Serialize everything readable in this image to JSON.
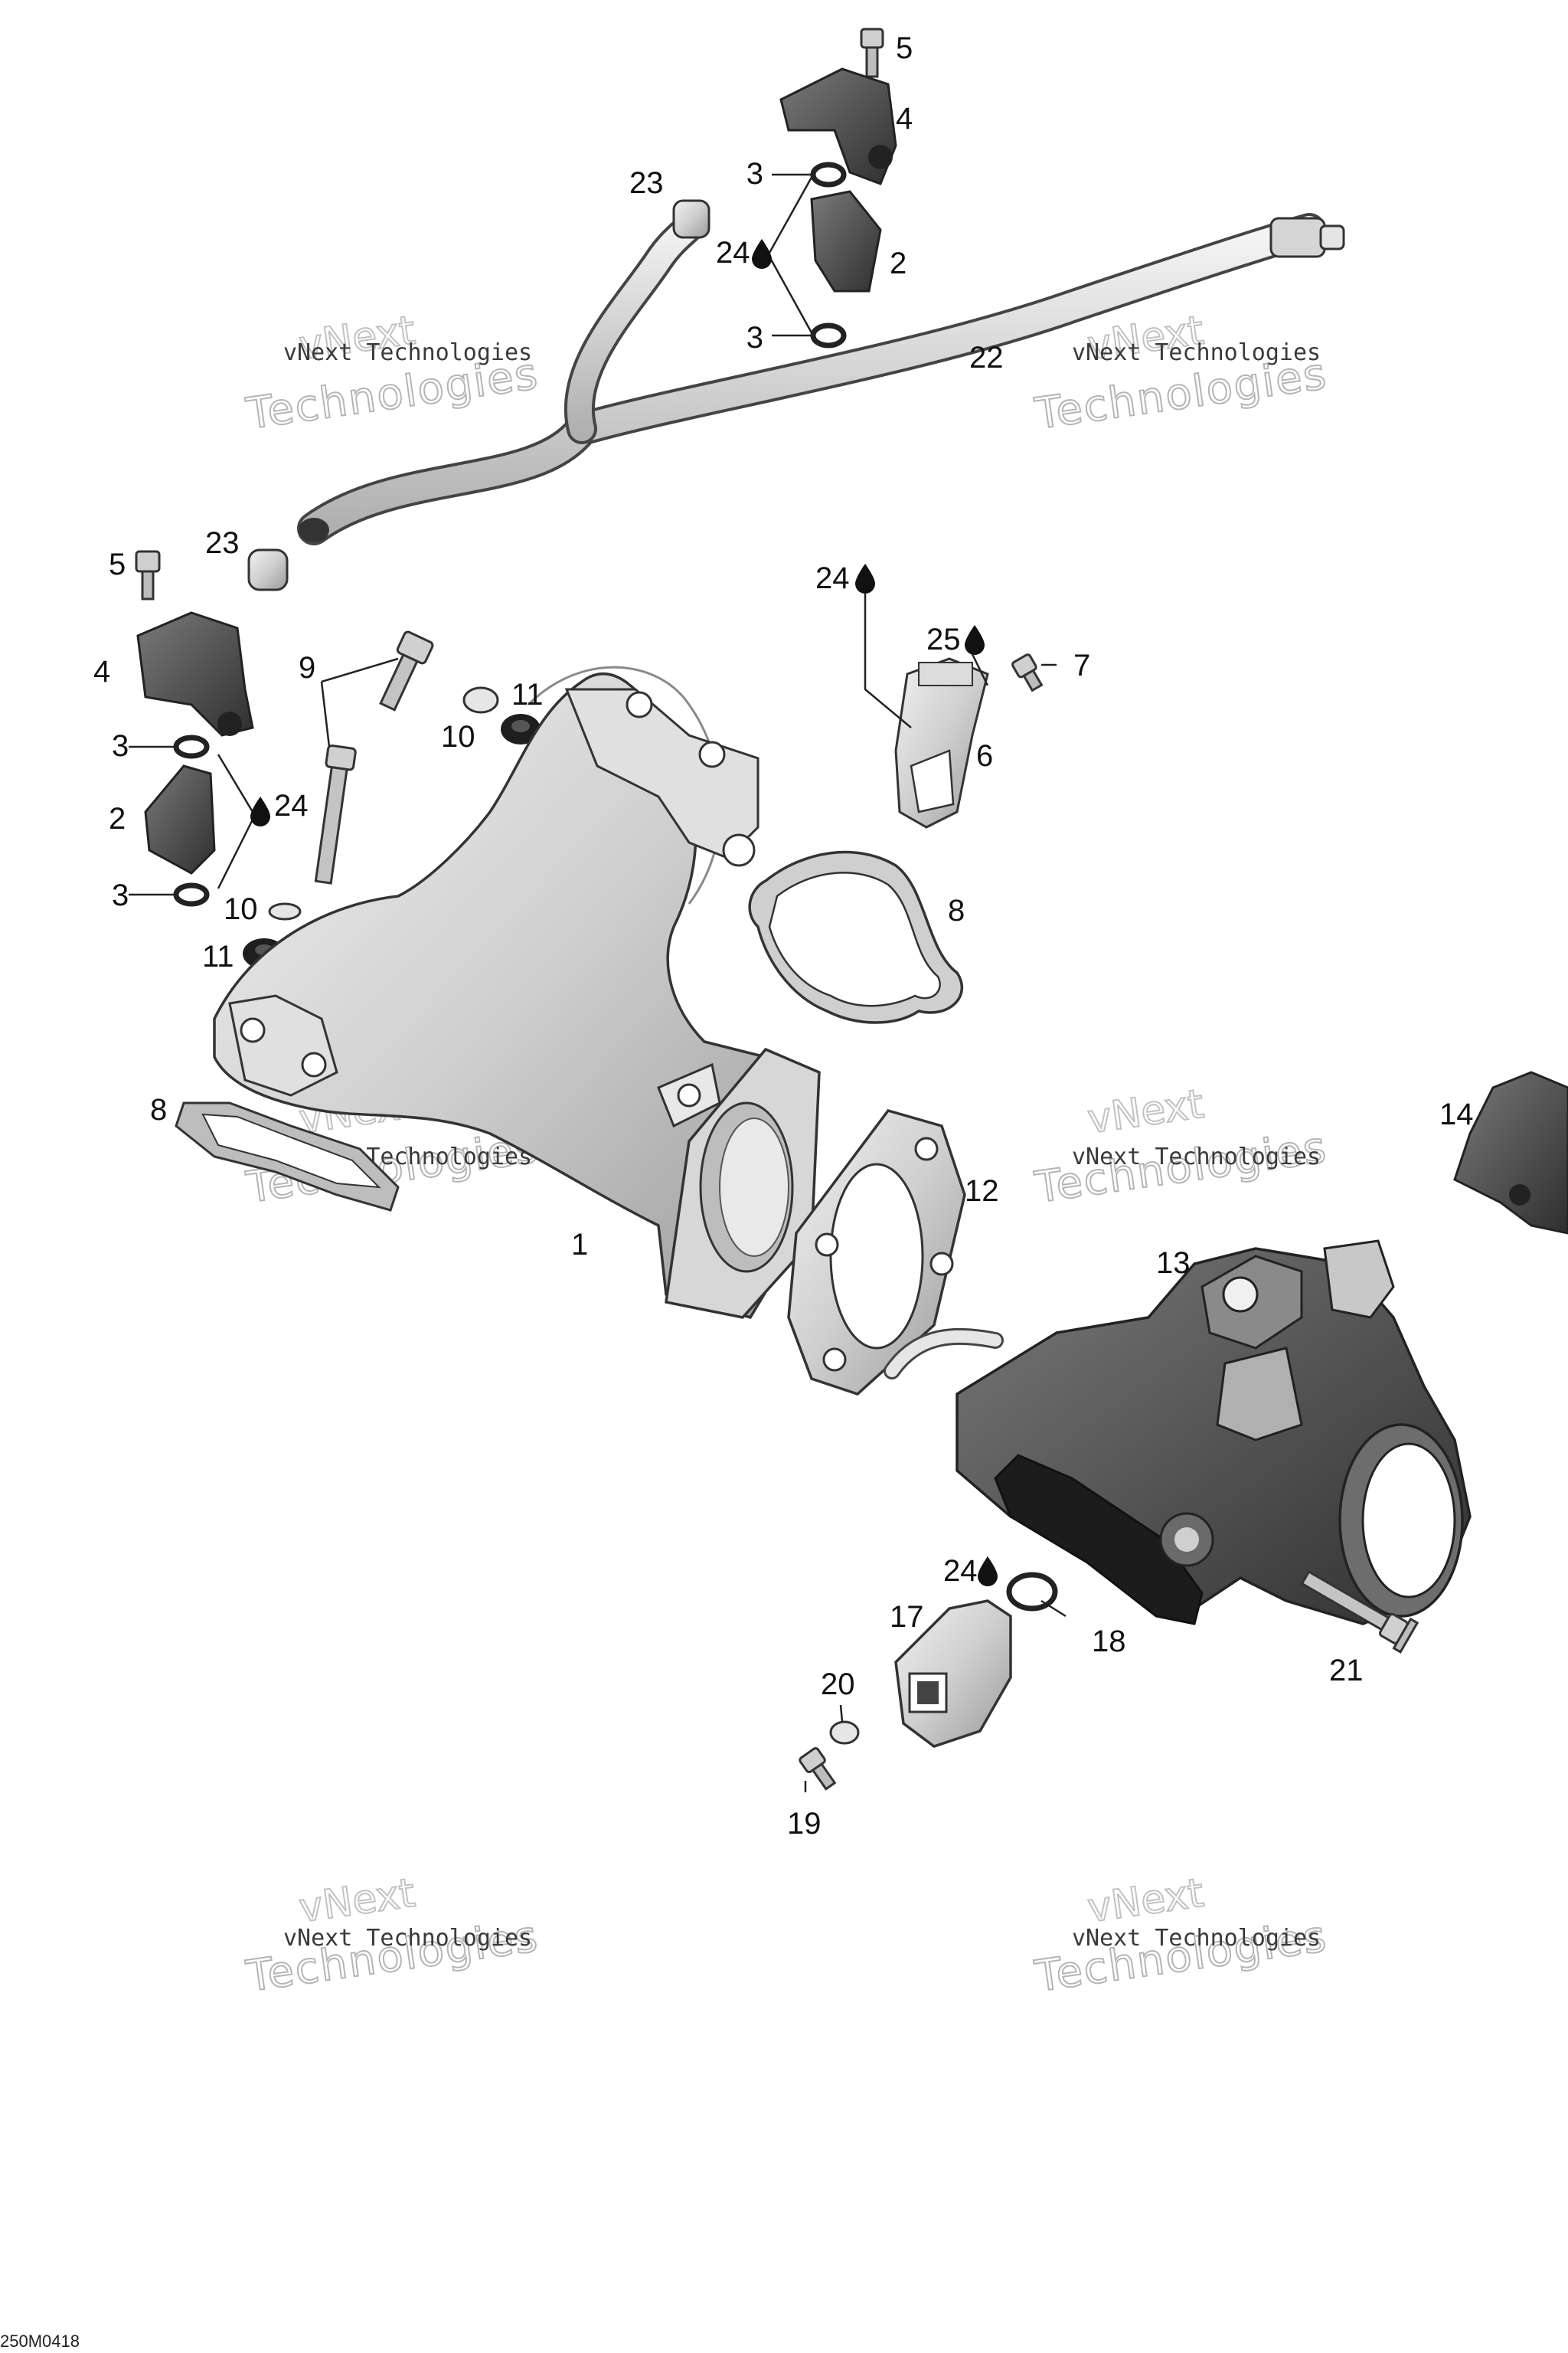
{
  "callouts": {
    "c1": "1",
    "c2a": "2",
    "c2b": "2",
    "c3a": "3",
    "c3b": "3",
    "c3c": "3",
    "c3d": "3",
    "c4a": "4",
    "c4b": "4",
    "c5a": "5",
    "c5b": "5",
    "c6": "6",
    "c7": "7",
    "c8a": "8",
    "c8b": "8",
    "c9": "9",
    "c10a": "10",
    "c10b": "10",
    "c11a": "11",
    "c11b": "11",
    "c12": "12",
    "c13": "13",
    "c14": "14",
    "c17": "17",
    "c18": "18",
    "c19": "19",
    "c20": "20",
    "c21": "21",
    "c22": "22",
    "c23a": "23",
    "c23b": "23",
    "c24a": "24",
    "c24b": "24",
    "c24c": "24",
    "c24d": "24",
    "c25": "25"
  },
  "watermark": {
    "line1": "vNext Technologies",
    "line2": "Technologies",
    "line3": "vNext"
  },
  "reference": "250M0418",
  "icons": {
    "drop": "liquid-drop-icon"
  },
  "colors": {
    "part_light": "#d9d9d9",
    "part_dark": "#4a4a4a",
    "line": "#222222"
  }
}
